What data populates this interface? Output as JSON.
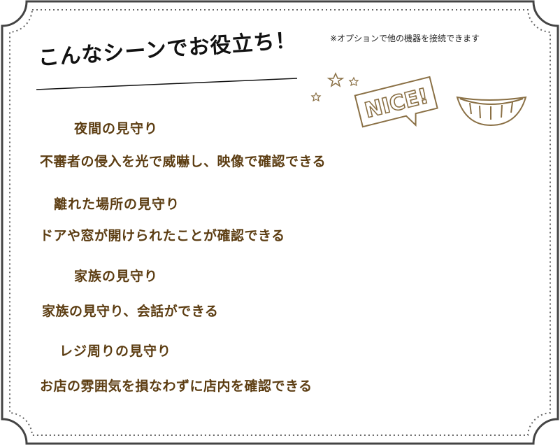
{
  "title": "こんなシーンでお役立ち！",
  "note": "※オプションで他の機器を接続できます",
  "badge_text": "NICE!",
  "colors": {
    "text_brown": "#5c3d12",
    "deco_brown": "#8a7045",
    "border": "#444444"
  },
  "use_cases": [
    {
      "heading": "夜間の見守り",
      "description": "不審者の侵入を光で威嚇し、映像で確認できる"
    },
    {
      "heading": "離れた場所の見守り",
      "description": "ドアや窓が開けられたことが確認できる"
    },
    {
      "heading": "家族の見守り",
      "description": "家族の見守り、会話ができる"
    },
    {
      "heading": "レジ周りの見守り",
      "description": "お店の雰囲気を損なわずに店内を確認できる"
    }
  ]
}
